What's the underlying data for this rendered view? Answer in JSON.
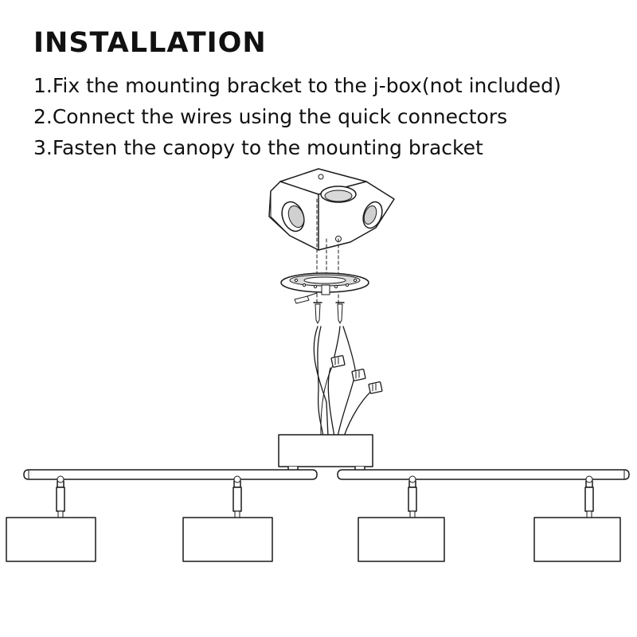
{
  "page": {
    "title": "INSTALLATION",
    "steps": [
      "1.Fix the mounting bracket to the j-box(not included)",
      "2.Connect the wires using the quick connectors",
      "3.Fasten the canopy to the mounting bracket"
    ]
  },
  "diagram": {
    "parts": [
      "junction-box",
      "mounting-bracket",
      "screws",
      "wires",
      "quick-connectors",
      "canopy",
      "fixture-bars",
      "spotlights"
    ],
    "spotlight_count": 4,
    "quick_connector_count": 3,
    "line_color": "#1a1a1a"
  }
}
